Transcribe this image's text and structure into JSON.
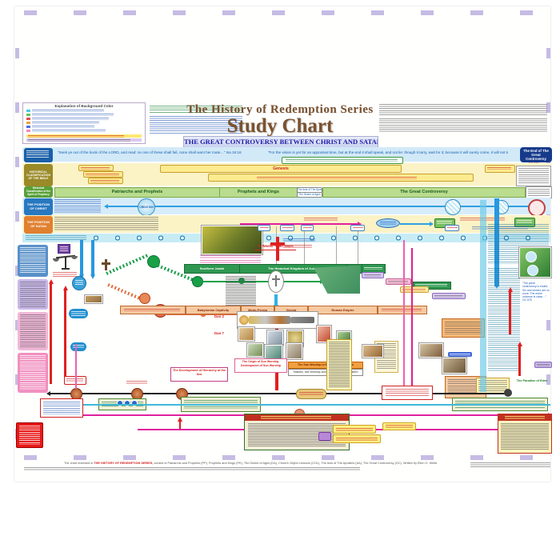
{
  "header": {
    "series_title": "The History of Redemption Series",
    "chart_title": "Study Chart",
    "banner": "THE GREAT CONTROVERSY BETWEEN CHRIST AND SATAN"
  },
  "legend": {
    "title": "Explanation of Background Color"
  },
  "row_labels": {
    "bible": "HISTORICAL CLASSIFICATION OF THE BIBLE",
    "sop": "Historical Classification of the Spirit of Prophecy",
    "christ": "THE POSITION OF CHRIST",
    "satan": "THE POSITION OF SATAN"
  },
  "quotes": {
    "left": "“Seek ye out of the book of the LORD, and read: no one of these shall fail, none shall want her mate…”  Isa 34:16",
    "right": "“For the vision is yet for an appointed time, but at the end it shall speak, and not lie: though it tarry, wait for it; because it will surely come, it will not tarry… the just shall live by his faith.”  Hab 2:3, 4",
    "gc_end": "“The great controversy is ended. Sin and sinners are no more. The entire universe is clean…”  GC 678"
  },
  "badges": {
    "end_gc": "The End of The Great Controversy",
    "end_gc_ref": "GC 678"
  },
  "sop_band": {
    "pp": "Patriarchs and Prophets",
    "pk": "Prophets and Kings",
    "gc": "The Great Controversy",
    "aa": "The Acts of The Apostles",
    "da": "The Desire of Ages"
  },
  "bible_band": {
    "genesis": "Genesis"
  },
  "timeline": {
    "creation": "CREATION"
  },
  "center": {
    "judah_left": "Southern Judah",
    "judah_main": "The Historical Kingdom of Judah",
    "seventy_weeks": "70 Weeks = 490 Years",
    "dan2": "Dan 2",
    "dan7": "Dan 7",
    "empires": {
      "e1": "Babylonian Captivity",
      "e2": "Medo-Persia",
      "e3": "Grecia",
      "e4": "Roman Empire"
    },
    "sun_worship": "The Origin of Sun Worship, Development of Sun Worship",
    "beast_caption": "The Sun Worship in Beast Power System",
    "idol_caption": "Statues, Idol Worship and False Sanctuary System",
    "hierarchy": "The Development of Hierarchy at the Sea"
  },
  "right_side": {
    "paradise": "The Paradise of Eden"
  },
  "footer": {
    "pre": "The chart reviewed in ",
    "series": "THE HISTORY OF REDEMPTION SERIES,",
    "post": " consist of Patriarchs and Prophets (PP), Prophets and Kings (PK), The Desire of Ages (DA), Christ’s Object Lessons (COL), The Acts of The Apostles (AA), The Great Controversy (GC). Written by Ellen G. White."
  },
  "colors": {
    "accent_blue": "#1a1aa8",
    "band_green": "#b9dc8e",
    "magenta": "#e020a0",
    "red": "#d42020"
  }
}
